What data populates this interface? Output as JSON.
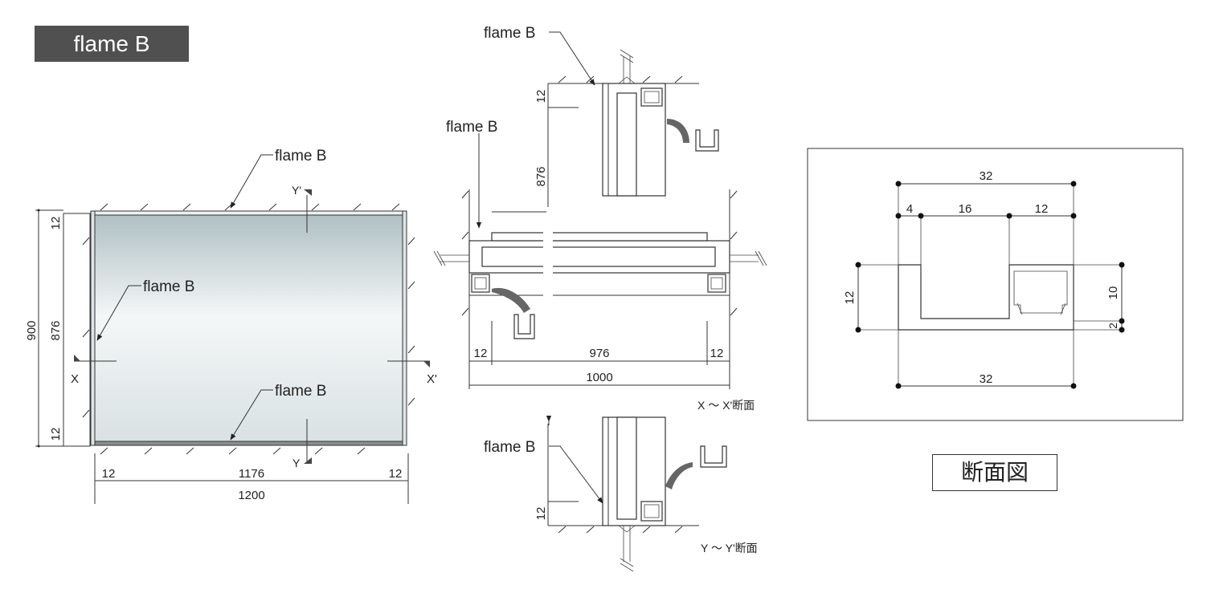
{
  "title": "flame B",
  "caption": "断面図",
  "callouts": {
    "top": "flame B",
    "inner_left": "flame B",
    "bottom": "flame B",
    "xx_top": "flame B",
    "yy_top": "flame B",
    "yy_bottom": "flame B"
  },
  "section_markers": {
    "x_left": "X",
    "x_right": "X'",
    "y_top": "Y'",
    "y_bottom": "Y"
  },
  "front_dims": {
    "overall_height": "900",
    "inner_height": "876",
    "top_frame": "12",
    "bottom_frame": "12",
    "left_frame": "12",
    "inner_width": "1176",
    "right_frame": "12",
    "overall_width": "1200"
  },
  "xx_section": {
    "left_frame": "12",
    "inner_width": "976",
    "right_frame": "12",
    "overall_width": "1000",
    "title": "X ～ X'断面"
  },
  "yy_section": {
    "top_frame": "12",
    "inner_height": "876",
    "bottom_frame": "12",
    "title": "Y ～ Y'断面"
  },
  "profile": {
    "top_total": "32",
    "seg_a": "4",
    "seg_b": "16",
    "seg_c": "12",
    "height_left": "12",
    "height_right": "10",
    "height_base": "2",
    "bottom_total": "32"
  },
  "colors": {
    "badge_bg": "#505050",
    "glass_top": "#aebfc3",
    "glass_bottom": "#d8e1e3"
  }
}
